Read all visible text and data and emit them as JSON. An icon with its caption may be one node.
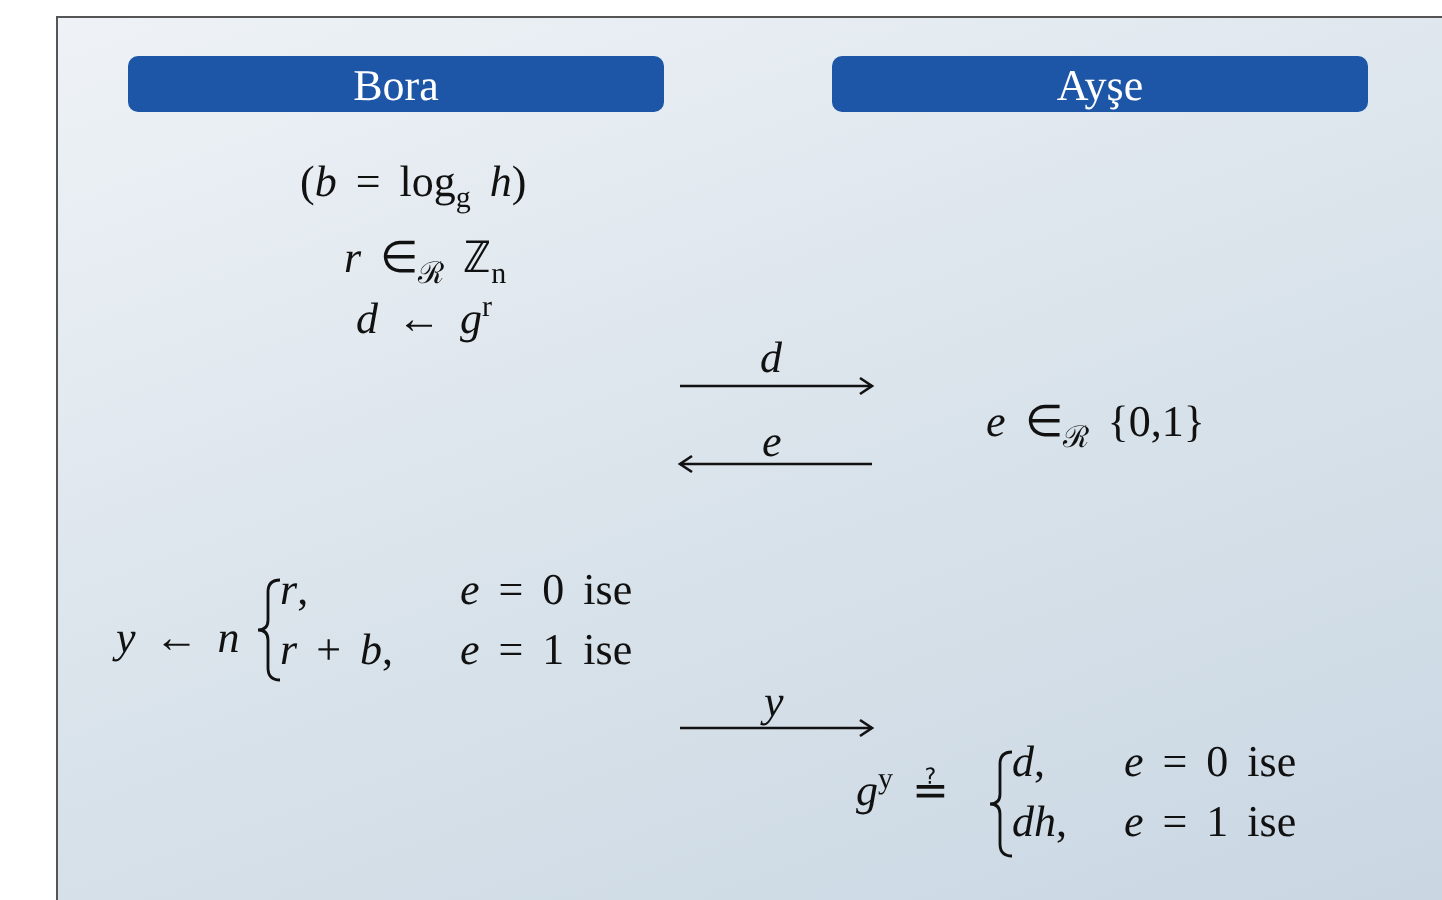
{
  "diagram": {
    "nodes": [
      {
        "text": [
          "Bora"
        ]
      },
      {
        "text": [
          "Ayşe"
        ]
      }
    ],
    "edges": [],
    "labels": [
      "(*b* = log$_{g}$ *h*)",
      "*r* ∈$_{ℛ}$ ℤ$_{n}$",
      "*d* ← *g*$^{r}$",
      "*d*",
      "*e*",
      "*e* ∈$_{ℛ}$ {0,1}",
      "*y* ← *n*",
      "*r*,",
      "*e* = 0 ise",
      "*r* + *b*,",
      "*e* = 1 ise",
      "*y*",
      "*g*$^{y}$ ≟",
      "*d*,",
      "*e* = 0 ise",
      "*dh*,",
      "*e* = 1 ise"
    ]
  }
}
